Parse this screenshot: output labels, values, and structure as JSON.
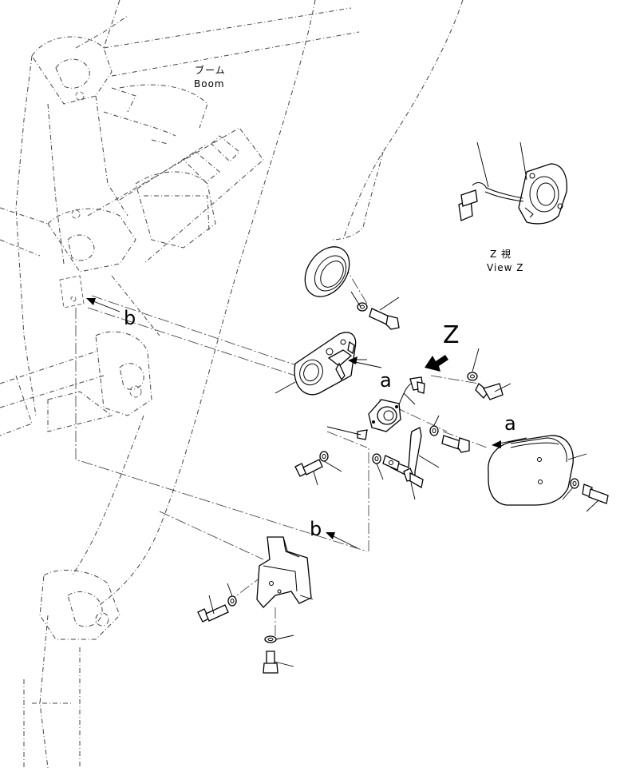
{
  "labels": {
    "boom_jp": "ブーム",
    "boom_en": "Boom",
    "view_jp": "Z 視",
    "view_en": "View Z",
    "ref_z": "Z",
    "ref_a": "a",
    "ref_b": "b"
  }
}
